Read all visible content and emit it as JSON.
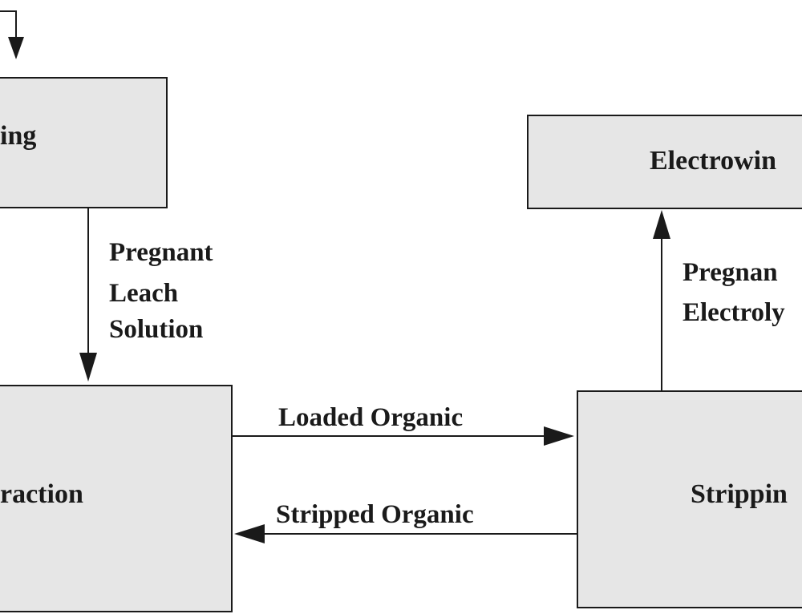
{
  "nodes": {
    "leaching": "ing",
    "extraction": "raction",
    "stripping": "Strippin",
    "electrowinning": "Electrowin"
  },
  "flows": {
    "pls": [
      "Pregnant",
      "Leach",
      "Solution"
    ],
    "loaded_organic": "Loaded Organic",
    "stripped_organic": "Stripped Organic",
    "pregnant_electrolyte": [
      "Pregnan",
      "Electroly"
    ]
  },
  "colors": {
    "box_fill": "#e6e6e6",
    "stroke": "#1a1a1a"
  }
}
